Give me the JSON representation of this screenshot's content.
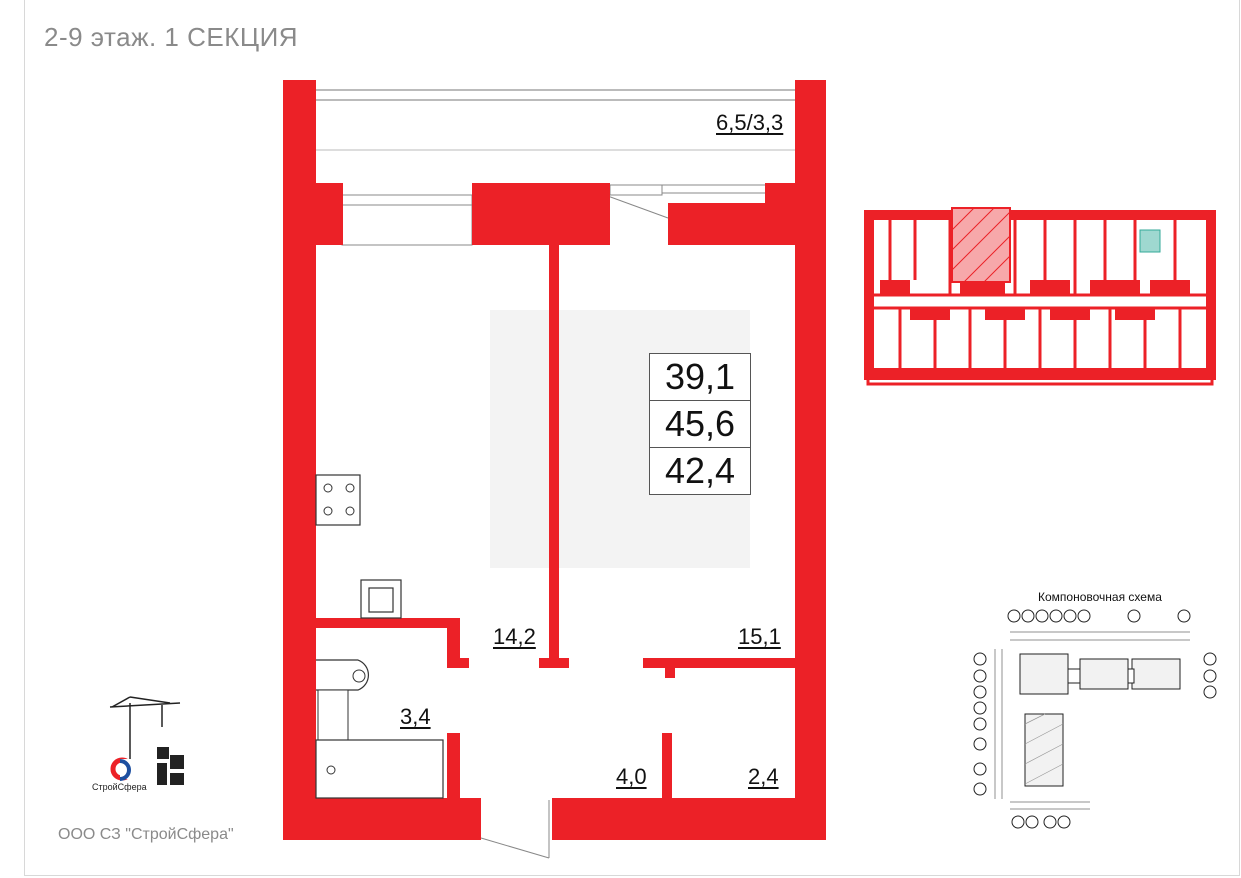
{
  "header": {
    "title": "2-9 этаж. 1 СЕКЦИЯ"
  },
  "plan": {
    "color_wall": "#ec2127",
    "balcony_area": "6,5/3,3",
    "room_kitchen_area": "14,2",
    "room_living_area": "15,1",
    "bathroom_area": "3,4",
    "hall_area": "4,0",
    "storage_area": "2,4"
  },
  "area_box": {
    "living": "39,1",
    "total": "45,6",
    "reduced": "42,4"
  },
  "keyplan": {
    "scheme_title": "Компоновочная схема"
  },
  "footer": {
    "company": "ООО СЗ \"СтройСфера\"",
    "logo_text": "СтройСфера"
  }
}
